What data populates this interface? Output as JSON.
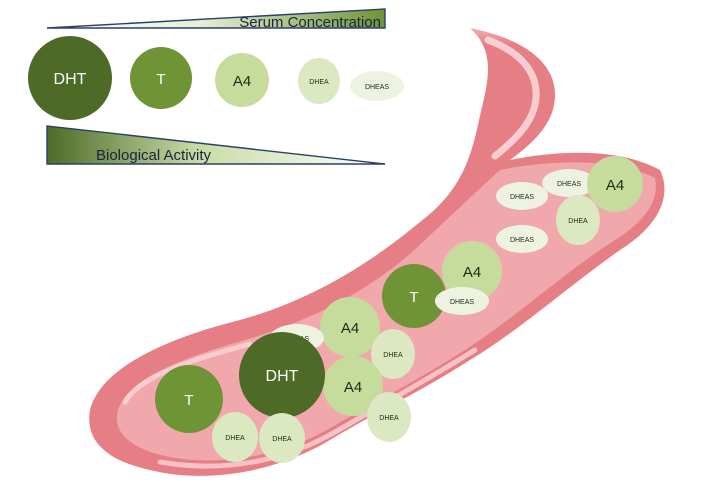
{
  "legend": {
    "serum_label": "Serum Concentration",
    "activity_label": "Biological Activity",
    "hormones": [
      {
        "id": "dht",
        "label": "DHT",
        "color": "#4d6b27"
      },
      {
        "id": "t",
        "label": "T",
        "color": "#6f9436"
      },
      {
        "id": "a4",
        "label": "A4",
        "color": "#c6dc9d"
      },
      {
        "id": "dhea",
        "label": "DHEA",
        "color": "#dbe8c2"
      },
      {
        "id": "dheas",
        "label": "DHEAS",
        "color": "#eef3e1"
      }
    ]
  },
  "vessel": {
    "wall_color": "#e57f85",
    "lumen_color": "#f1a8ac",
    "highlight_color": "#f8cdd0",
    "molecules": [
      {
        "type": "dheas",
        "label": "DHEAS"
      },
      {
        "type": "dheas",
        "label": "DHEAS"
      },
      {
        "type": "a4",
        "label": "A4"
      },
      {
        "type": "dhea",
        "label": "DHEA"
      },
      {
        "type": "dheas",
        "label": "DHEAS"
      },
      {
        "type": "a4",
        "label": "A4"
      },
      {
        "type": "t",
        "label": "T"
      },
      {
        "type": "dheas",
        "label": "DHEAS"
      },
      {
        "type": "dheas",
        "label": "DHEAS"
      },
      {
        "type": "a4",
        "label": "A4"
      },
      {
        "type": "dhea",
        "label": "DHEA"
      },
      {
        "type": "dht",
        "label": "DHT"
      },
      {
        "type": "a4",
        "label": "A4"
      },
      {
        "type": "t",
        "label": "T"
      },
      {
        "type": "dhea",
        "label": "DHEA"
      },
      {
        "type": "dhea",
        "label": "DHEA"
      },
      {
        "type": "dhea",
        "label": "DHEA"
      }
    ]
  }
}
